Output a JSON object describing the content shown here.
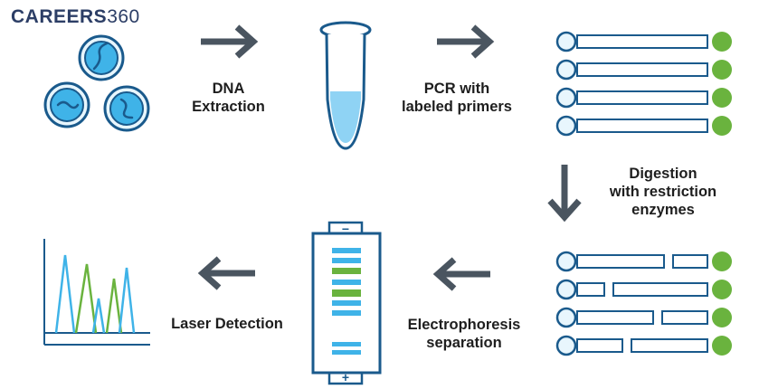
{
  "logo": {
    "brand": "CAREERS",
    "number": "360"
  },
  "steps": {
    "dna_extraction": [
      "DNA",
      "Extraction"
    ],
    "pcr": [
      "PCR with",
      "labeled primers"
    ],
    "digestion": [
      "Digestion",
      "with restriction",
      "enzymes"
    ],
    "electrophoresis": [
      "Electrophoresis",
      "separation"
    ],
    "laser": [
      "Laser Detection"
    ]
  },
  "gel_signs": {
    "negative": "−",
    "positive": "+"
  },
  "colors": {
    "blue": "#3fb3e8",
    "dark_blue": "#1a5a8c",
    "green": "#6ab33e",
    "arrow": "#4a5560",
    "tube_liquid": "#8fd3f4"
  }
}
